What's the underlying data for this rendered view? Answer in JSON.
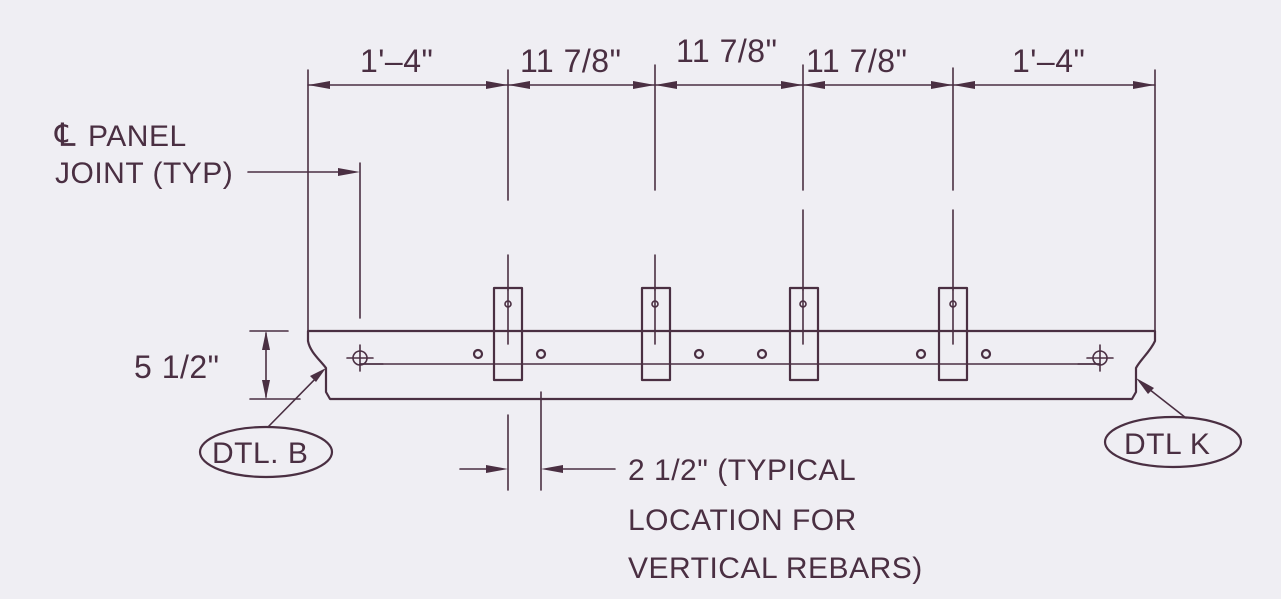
{
  "colors": {
    "paper": "#efeef3",
    "ink": "#4a2f42"
  },
  "dimensions": {
    "left_end": "1'–4\"",
    "spacing_1": "11  7/8\"",
    "spacing_2": "11  7/8\"",
    "spacing_3": "11  7/8\"",
    "right_end": "1'–4\"",
    "thickness": "5  1/2\""
  },
  "notes": {
    "centerline_symbol": "℄",
    "panel_joint_line1": "PANEL",
    "panel_joint_line2": "JOINT (TYP)",
    "rebar_line1": "2  1/2\"  (TYPICAL",
    "rebar_line2": "LOCATION FOR",
    "rebar_line3": "VERTICAL REBARS)"
  },
  "details": {
    "left": "DTL. B",
    "right": "DTL  K"
  }
}
